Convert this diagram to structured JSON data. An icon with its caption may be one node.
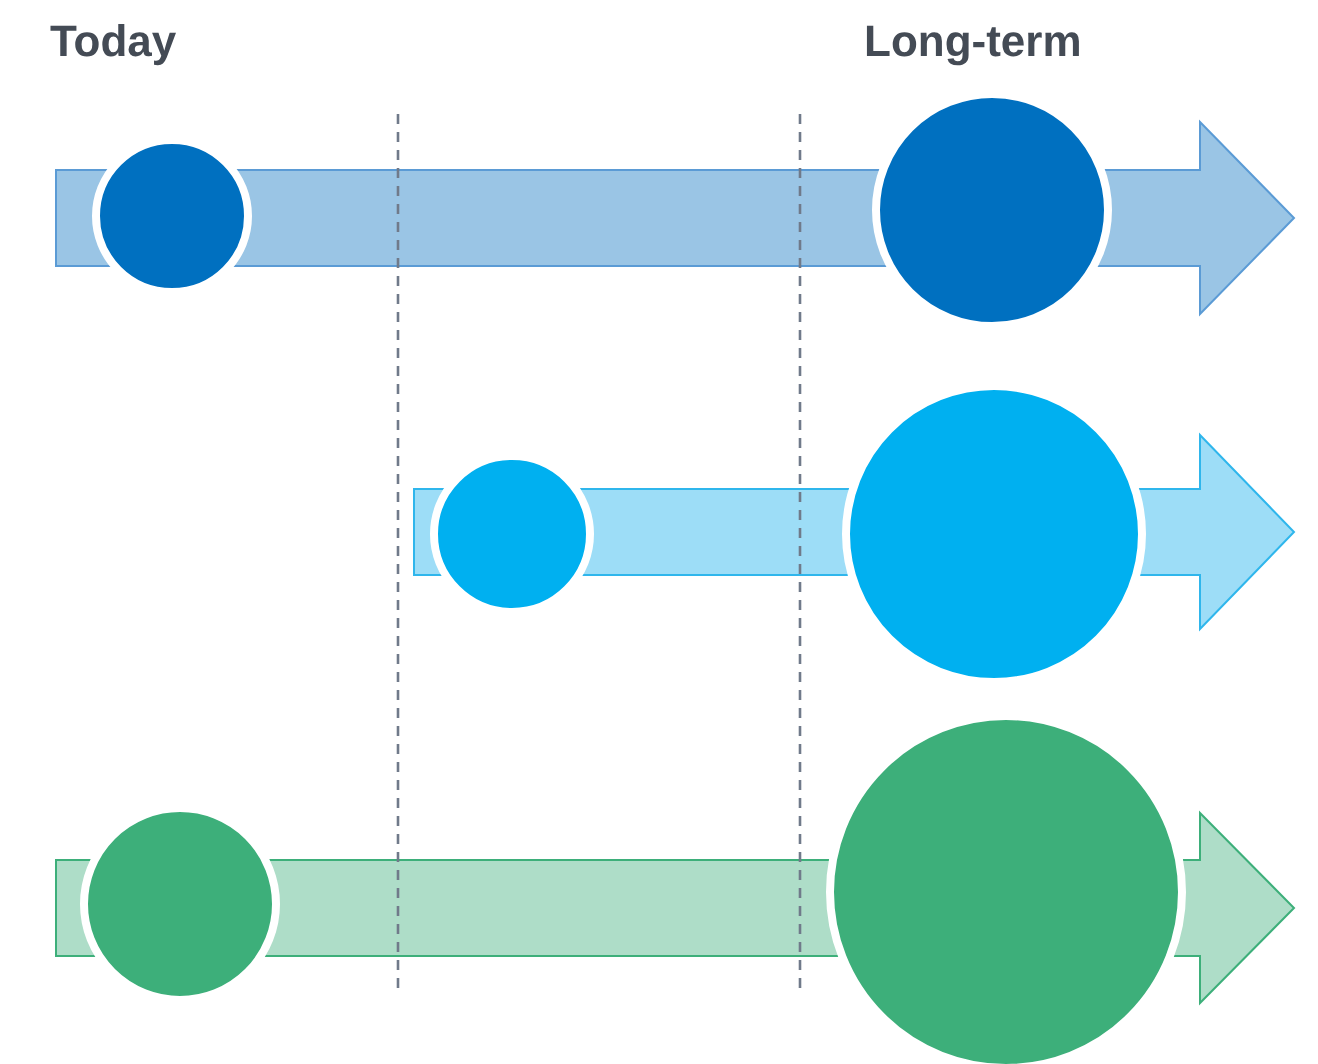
{
  "diagram": {
    "nodes": [
      {
        "text": [],
        "shape": "circle"
      },
      {
        "text": [],
        "shape": "circle"
      },
      {
        "text": [],
        "shape": "circle"
      },
      {
        "text": [],
        "shape": "circle"
      },
      {
        "text": [],
        "shape": "circle"
      },
      {
        "text": [],
        "shape": "circle"
      }
    ],
    "labels": [
      "Today",
      "Long-term"
    ]
  }
}
